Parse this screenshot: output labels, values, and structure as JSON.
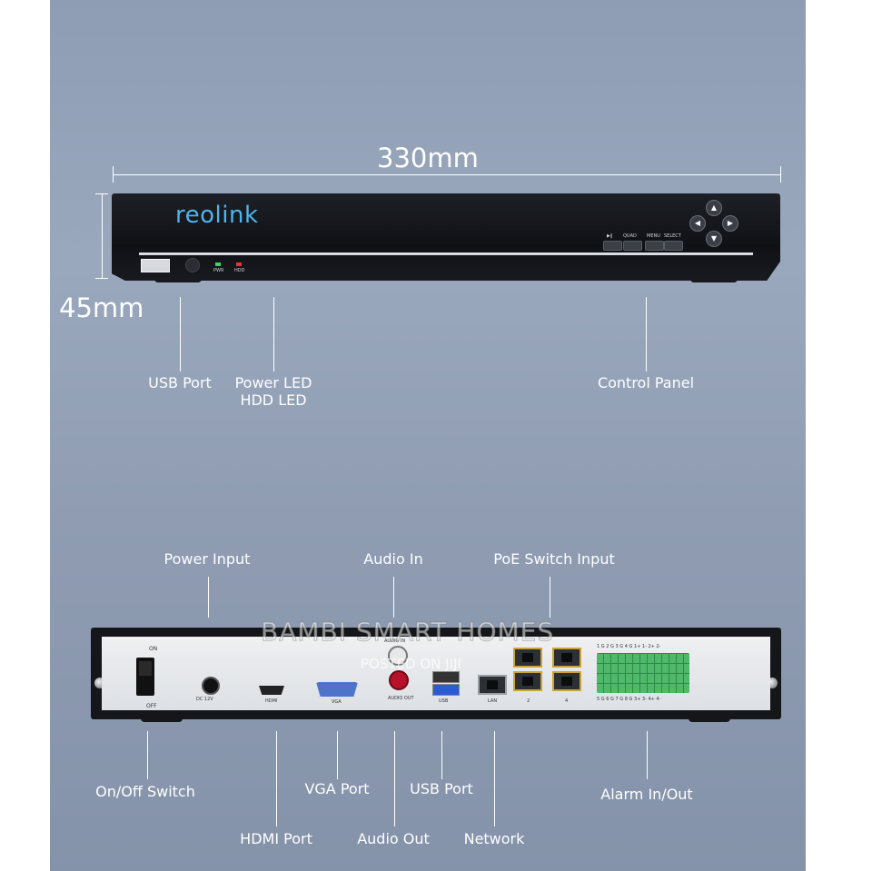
{
  "dimensions": {
    "width_label": "330mm",
    "height_label": "45mm"
  },
  "front": {
    "brand": "reolink",
    "led_pwr": "PWR",
    "led_hdd": "HDD",
    "btn_quad": "QUAD",
    "btn_menu": "MENU",
    "btn_select": "SELECT",
    "btn_play": "▶‖"
  },
  "front_labels": {
    "usb_port": "USB Port",
    "power_led": "Power LED",
    "hdd_led": "HDD LED",
    "control_panel": "Control Panel"
  },
  "rear": {
    "on": "ON",
    "off": "OFF",
    "dc": "DC 12V",
    "hdmi": "HDMI",
    "vga": "VGA",
    "audio_out": "AUDIO OUT",
    "audio_in": "AUDIO IN",
    "usb": "USB",
    "lan": "LAN",
    "port2": "2",
    "port4": "4",
    "alarm_top": "1 G 2 G 3 G 4 G 1+ 1- 2+ 2-",
    "alarm_bottom": "5 G 6 G 7 G 8 G 3+ 3- 4+ 4-"
  },
  "rear_labels": {
    "power_input": "Power Input",
    "audio_in": "Audio In",
    "poe_switch_input": "PoE Switch Input",
    "on_off_switch": "On/Off Switch",
    "vga_port": "VGA Port",
    "usb_port": "USB Port",
    "alarm_in_out": "Alarm In/Out",
    "hdmi_port": "HDMI Port",
    "audio_out": "Audio Out",
    "network": "Network"
  },
  "watermark": {
    "line1": "BAMBI SMART HOMES",
    "line2": "POSTED ON JIJI"
  },
  "colors": {
    "background": "#9aa8bd",
    "device": "#14161a",
    "brand": "#4fb3ec",
    "label": "#ffffff"
  }
}
